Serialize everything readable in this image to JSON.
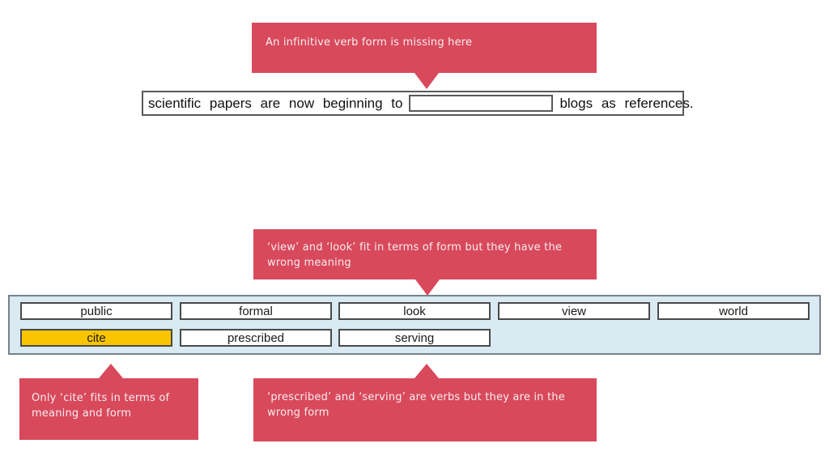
{
  "callouts": {
    "top": {
      "text": "An infinitive verb form is missing here"
    },
    "middle": {
      "text": "‘view’ and ‘look’ fit in terms of form but they have the wrong meaning"
    },
    "bottom_left": {
      "text": "Only ‘cite’ fits in terms of meaning and form"
    },
    "bottom_middle": {
      "text": "‘prescribed’ and ‘serving’ are verbs but they are in the wrong form"
    }
  },
  "sentence": {
    "before_blank": "scientific papers are now beginning to",
    "blank_value": "",
    "after_blank": "blogs as references."
  },
  "word_bank": {
    "row1": [
      "public",
      "formal",
      "look",
      "view",
      "world"
    ],
    "row2": [
      "cite",
      "prescribed",
      "serving"
    ],
    "highlighted_word": "cite"
  },
  "colors": {
    "callout_red": "#d8495c",
    "word_bank_background": "#d9eaf3",
    "highlight_yellow": "#f8c500"
  }
}
